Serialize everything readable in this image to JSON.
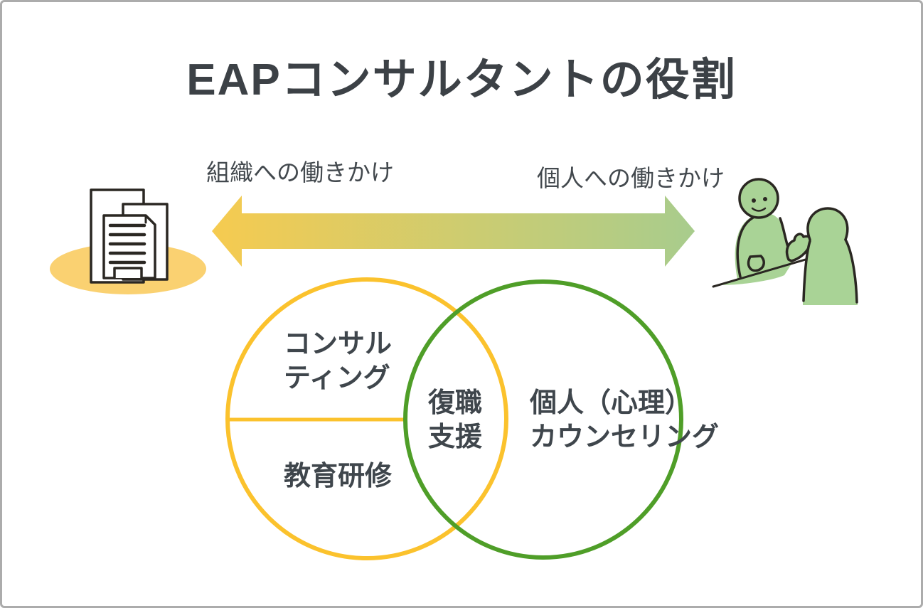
{
  "diagram": {
    "title": "EAPコンサルタントの役割",
    "axis": {
      "left_label": "組織への働きかけ",
      "right_label": "個人への働きかけ"
    },
    "venn": {
      "left_circle_top_label": "コンサル\nティング",
      "left_circle_bottom_label": "教育研修",
      "overlap_label": "復職\n支援",
      "right_circle_label": "個人（心理）\nカウンセリング"
    },
    "icons": {
      "organization": "building-icon",
      "individual": "people-talking-icon"
    },
    "colors": {
      "yellow": "#fbc22d",
      "green": "#4f9e28",
      "arrow_left": "#f6cb50",
      "arrow_right": "#a8cc8d",
      "shadow_ellipse": "#fad171",
      "people_fill": "#a9d396",
      "ink": "#2a2722",
      "text_dark": "#3f464c",
      "border_gray": "#acacac"
    }
  }
}
